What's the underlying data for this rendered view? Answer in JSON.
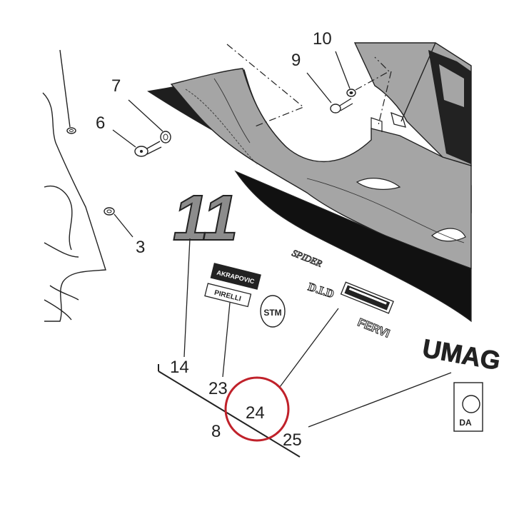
{
  "callouts": {
    "c3": "3",
    "c6": "6",
    "c7": "7",
    "c8": "8",
    "c9": "9",
    "c10": "10",
    "c14": "14",
    "c23": "23",
    "c24": "24",
    "c25": "25"
  },
  "decals": {
    "number": "11",
    "akrapovic": "AKRAPOVIC",
    "pirelli": "PIRELLI",
    "stm": "STM",
    "spider": "SPIDER",
    "did": "D.I.D",
    "fervi": "FERVI",
    "umag": "UMAG",
    "da": "DA"
  },
  "colors": {
    "line": "#222222",
    "decal_gray": "#8c8c8c",
    "fairing_gray": "#a5a5a5",
    "highlight_circle": "#c0212a"
  }
}
